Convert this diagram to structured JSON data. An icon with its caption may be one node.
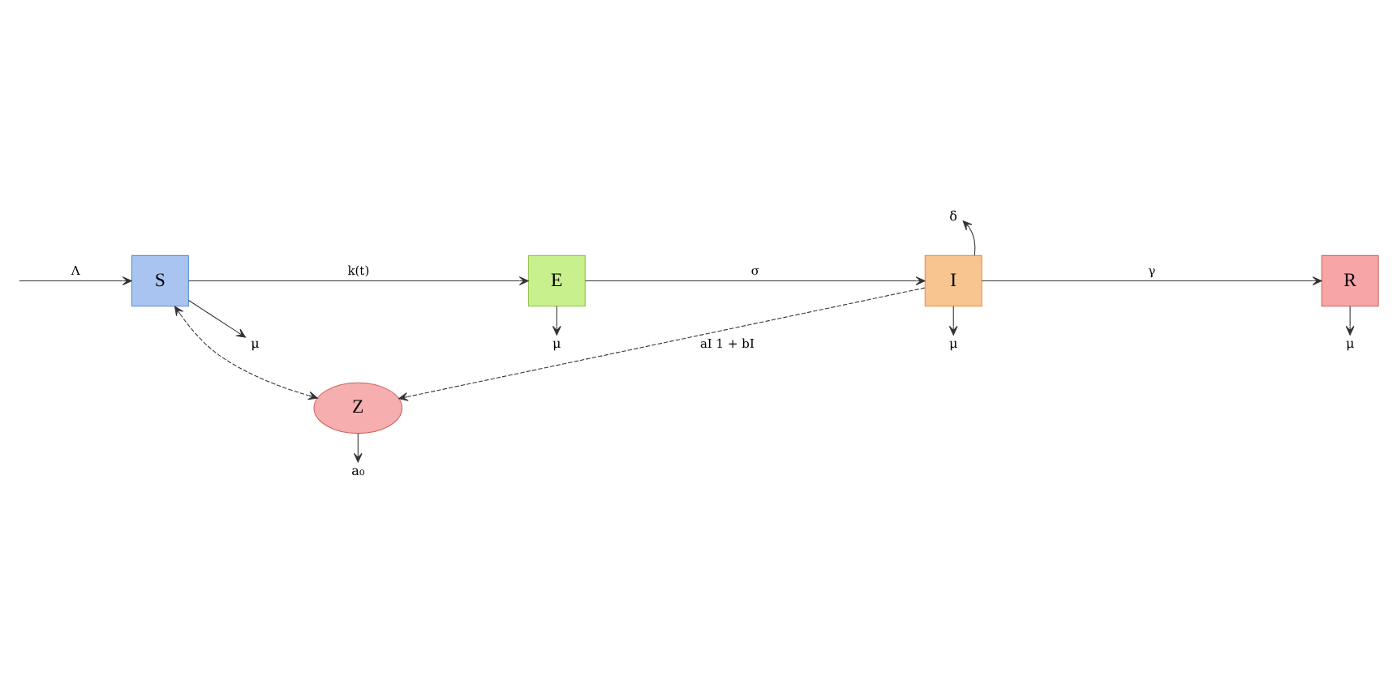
{
  "diagram": {
    "nodes": [
      {
        "text": [
          "S"
        ]
      },
      {
        "text": [
          "E"
        ]
      },
      {
        "text": [
          "I"
        ]
      },
      {
        "text": [
          "R"
        ]
      },
      {
        "text": [
          "Z"
        ]
      },
      {
        "text": [
          "μ"
        ]
      },
      {
        "text": [
          "μ"
        ]
      },
      {
        "text": [
          "μ"
        ]
      },
      {
        "text": [
          "μ"
        ]
      },
      {
        "text": [
          "δ"
        ]
      },
      {
        "text": [
          "a₀"
        ]
      }
    ],
    "edges": [
      {
        "from": null,
        "to": 0,
        "arrow": "to",
        "label": "Λ"
      },
      {
        "from": 0,
        "to": 1,
        "arrow": "to",
        "label": "k(t)"
      },
      {
        "from": 1,
        "to": 2,
        "arrow": "to",
        "label": "σ"
      },
      {
        "from": 2,
        "to": 3,
        "arrow": "to",
        "label": "γ"
      },
      {
        "from": 0,
        "to": 5,
        "arrow": "to"
      },
      {
        "from": 1,
        "to": 6,
        "arrow": "to"
      },
      {
        "from": 2,
        "to": 7,
        "arrow": "to"
      },
      {
        "from": 3,
        "to": 8,
        "arrow": "to"
      },
      {
        "from": 2,
        "to": 9,
        "arrow": "to"
      },
      {
        "from": 0,
        "to": 4,
        "arrow": "both",
        "style": "dashed"
      },
      {
        "from": 2,
        "to": 4,
        "arrow": "to",
        "style": "dashed",
        "label": "aI 1 + bI"
      },
      {
        "from": 4,
        "to": 10,
        "arrow": "to"
      }
    ]
  }
}
